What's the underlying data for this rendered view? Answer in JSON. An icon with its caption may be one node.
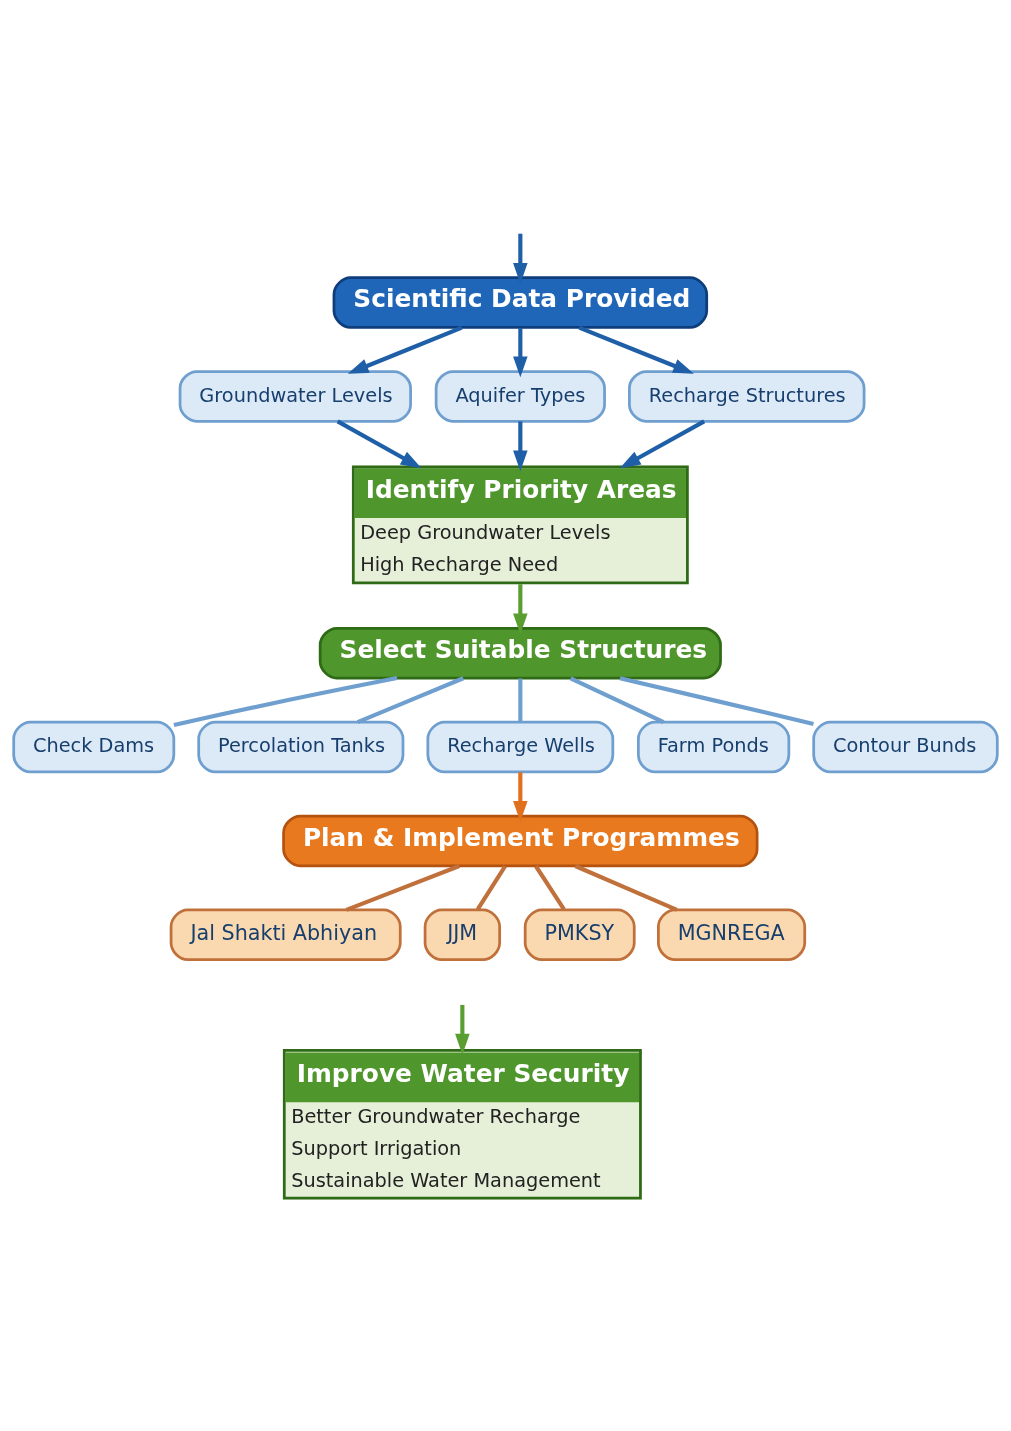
{
  "diagram": {
    "nodes": [
      {
        "text": [
          "Scientific Data Provided"
        ]
      },
      {
        "text": [
          "Groundwater Levels"
        ]
      },
      {
        "text": [
          "Aquifer Types"
        ]
      },
      {
        "text": [
          "Recharge Structures"
        ]
      },
      {
        "text": [
          "Identify Priority Areas",
          "Deep Groundwater Levels",
          "High Recharge Need"
        ]
      },
      {
        "text": [
          "Select Suitable Structures"
        ]
      },
      {
        "text": [
          "Check Dams"
        ]
      },
      {
        "text": [
          "Percolation Tanks"
        ]
      },
      {
        "text": [
          "Recharge Wells"
        ]
      },
      {
        "text": [
          "Farm Ponds"
        ]
      },
      {
        "text": [
          "Contour Bunds"
        ]
      },
      {
        "text": [
          "Plan & Implement Programmes"
        ]
      },
      {
        "text": [
          "Jal Shakti Abhiyan"
        ]
      },
      {
        "text": [
          "JJM"
        ]
      },
      {
        "text": [
          "PMKSY"
        ]
      },
      {
        "text": [
          "MGNREGA"
        ]
      },
      {
        "text": [
          "Improve Water Security",
          "Better Groundwater Recharge",
          "Support Irrigation",
          "Sustainable Water Management"
        ]
      }
    ],
    "edges": [
      {
        "from": null,
        "to": 0,
        "arrow": "to"
      },
      {
        "from": 0,
        "to": 1,
        "arrow": "to"
      },
      {
        "from": 0,
        "to": 2,
        "arrow": "to"
      },
      {
        "from": 0,
        "to": 3,
        "arrow": "to"
      },
      {
        "from": 1,
        "to": 4,
        "arrow": "to"
      },
      {
        "from": 2,
        "to": 4,
        "arrow": "to"
      },
      {
        "from": 3,
        "to": 4,
        "arrow": "to"
      },
      {
        "from": 4,
        "to": 5,
        "arrow": "to",
        "color": "#5a9e32"
      },
      {
        "from": 5,
        "to": 6,
        "arrow": "none",
        "color": "#6f9fcf"
      },
      {
        "from": 5,
        "to": 7,
        "arrow": "none",
        "color": "#6f9fcf"
      },
      {
        "from": 5,
        "to": 8,
        "arrow": "none",
        "color": "#6f9fcf"
      },
      {
        "from": 5,
        "to": 9,
        "arrow": "none",
        "color": "#6f9fcf"
      },
      {
        "from": 5,
        "to": 10,
        "arrow": "none",
        "color": "#6f9fcf"
      },
      {
        "from": 8,
        "to": 11,
        "arrow": "to",
        "color": "#e0701c"
      },
      {
        "from": 11,
        "to": 12,
        "arrow": "none",
        "color": "#c0703a"
      },
      {
        "from": 11,
        "to": 13,
        "arrow": "none",
        "color": "#c0703a"
      },
      {
        "from": 11,
        "to": 14,
        "arrow": "none",
        "color": "#c0703a"
      },
      {
        "from": 11,
        "to": 15,
        "arrow": "none",
        "color": "#c0703a"
      },
      {
        "from": null,
        "to": 16,
        "arrow": "to",
        "color": "#5a9e32"
      }
    ]
  }
}
